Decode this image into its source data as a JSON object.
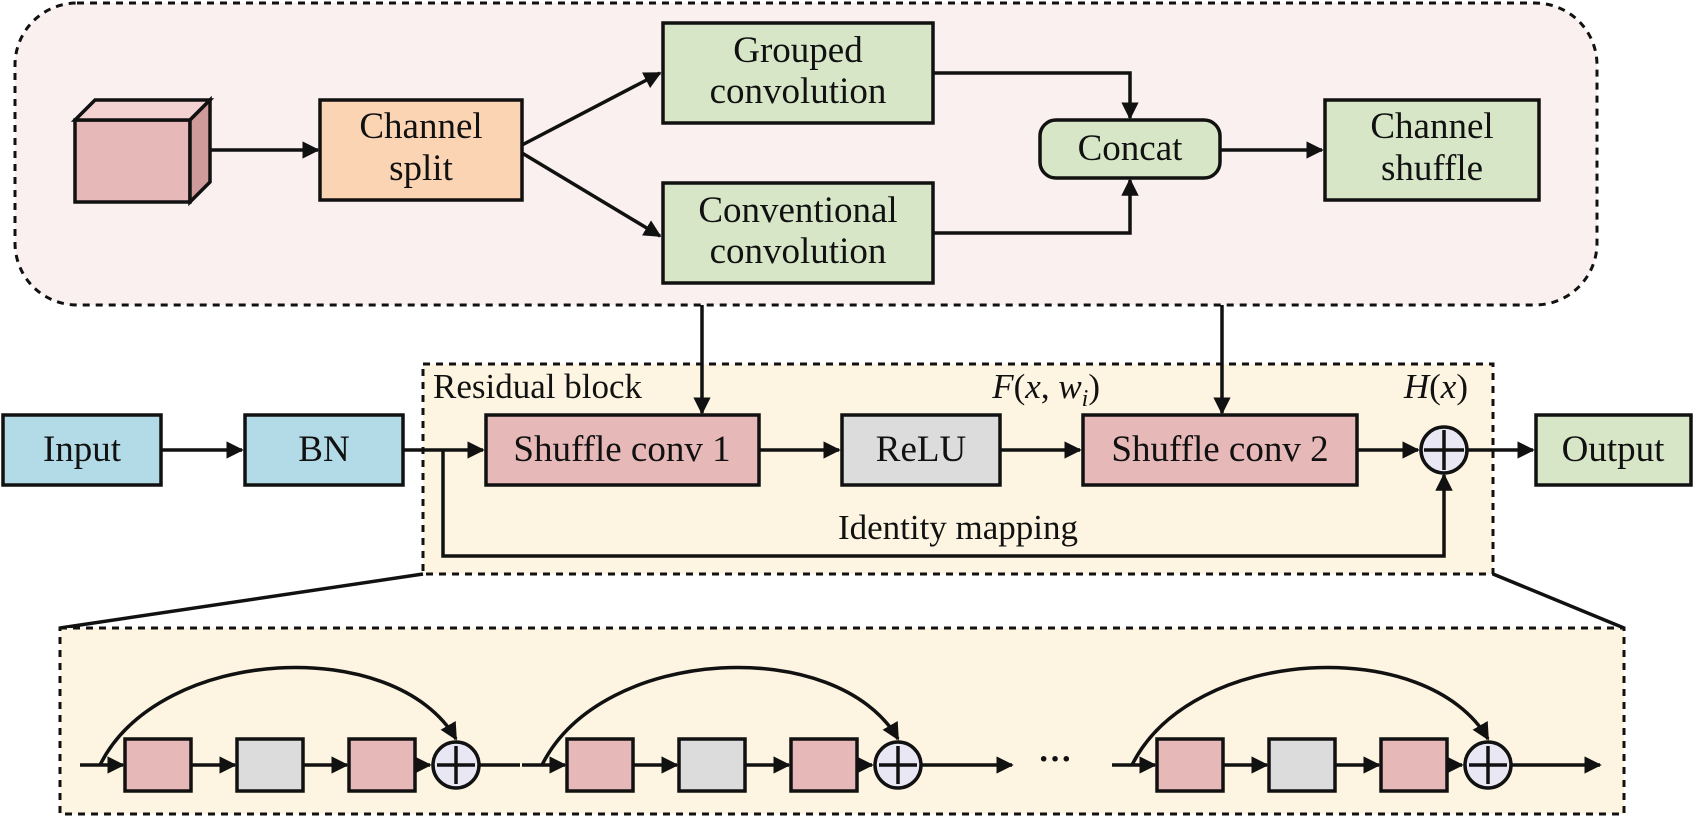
{
  "colors": {
    "module_bg": "#faf0f0",
    "block_bg": "#fdf5e1",
    "pink": "#e6b8b8",
    "peach": "#fbd4b4",
    "green": "#d6e6c6",
    "blue": "#b3dbe7",
    "gray": "#dcdcdc",
    "plus_fill": "#e9e7f4",
    "cube_top": "#f4d2d2",
    "cube_side": "#cf9a9a"
  },
  "module": {
    "channel_split": [
      "Channel",
      "split"
    ],
    "grouped_conv": [
      "Grouped",
      "convolution"
    ],
    "conventional_conv": [
      "Conventional",
      "convolution"
    ],
    "concat": "Concat",
    "channel_shuffle": [
      "Channel",
      "shuffle"
    ]
  },
  "pipeline": {
    "input": "Input",
    "bn": "BN",
    "shuffle_conv1": "Shuffle conv 1",
    "relu": "ReLU",
    "shuffle_conv2": "Shuffle conv 2",
    "output": "Output"
  },
  "residual": {
    "title": "Residual block",
    "f_label": {
      "F": "F",
      "open": "(",
      "x": "x",
      "comma": ", ",
      "w": "w",
      "sub": "i",
      "close": ")"
    },
    "h_label": {
      "H": "H",
      "open": "(",
      "x": "x",
      "close": ")"
    },
    "identity": "Identity mapping"
  },
  "stack": {
    "ellipsis": "···"
  }
}
